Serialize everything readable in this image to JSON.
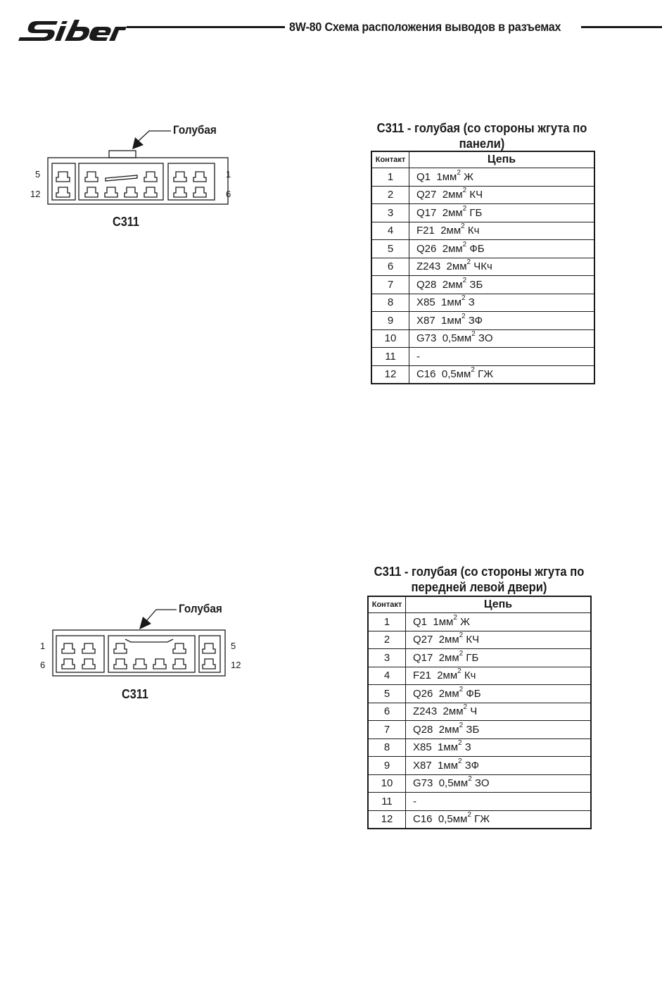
{
  "header": {
    "logo_text": "Siber",
    "title": "8W-80 Схема расположения выводов в разъемах"
  },
  "sections": [
    {
      "diagram": {
        "color_label": "Голубая",
        "connector_name": "C311",
        "pin_labels": {
          "top_left": "5",
          "bottom_left": "12",
          "top_right": "1",
          "bottom_right": "6"
        }
      },
      "table": {
        "title_line1": "C311 - голубая (со стороны жгута по",
        "title_line2": "панели)",
        "col_contact": "Контакт",
        "col_circuit": "Цепь",
        "rows": [
          {
            "pin": "1",
            "circuit": "Q1",
            "size": "1мм",
            "sup": "2",
            "color": "Ж"
          },
          {
            "pin": "2",
            "circuit": "Q27",
            "size": "2мм",
            "sup": "2",
            "color": "КЧ"
          },
          {
            "pin": "3",
            "circuit": "Q17",
            "size": "2мм",
            "sup": "2",
            "color": "ГБ"
          },
          {
            "pin": "4",
            "circuit": "F21",
            "size": "2мм",
            "sup": "2",
            "color": "Кч"
          },
          {
            "pin": "5",
            "circuit": "Q26",
            "size": "2мм",
            "sup": "2",
            "color": "ФБ"
          },
          {
            "pin": "6",
            "circuit": "Z243",
            "size": "2мм",
            "sup": "2",
            "color": "ЧКч"
          },
          {
            "pin": "7",
            "circuit": "Q28",
            "size": "2мм",
            "sup": "2",
            "color": "ЗБ"
          },
          {
            "pin": "8",
            "circuit": "X85",
            "size": "1мм",
            "sup": "2",
            "color": "З"
          },
          {
            "pin": "9",
            "circuit": "X87",
            "size": "1мм",
            "sup": "2",
            "color": "ЗФ"
          },
          {
            "pin": "10",
            "circuit": "G73",
            "size": "0,5мм",
            "sup": "2",
            "color": "ЗО"
          },
          {
            "pin": "11",
            "circuit": "-",
            "size": "",
            "sup": "",
            "color": ""
          },
          {
            "pin": "12",
            "circuit": "C16",
            "size": "0,5мм",
            "sup": "2",
            "color": "ГЖ"
          }
        ]
      }
    },
    {
      "diagram": {
        "color_label": "Голубая",
        "connector_name": "C311",
        "pin_labels": {
          "top_left": "1",
          "bottom_left": "6",
          "top_right": "5",
          "bottom_right": "12"
        }
      },
      "table": {
        "title_line1": "C311 - голубая (со стороны жгута по",
        "title_line2": "передней левой двери)",
        "col_contact": "Контакт",
        "col_circuit": "Цепь",
        "rows": [
          {
            "pin": "1",
            "circuit": "Q1",
            "size": "1мм",
            "sup": "2",
            "color": "Ж"
          },
          {
            "pin": "2",
            "circuit": "Q27",
            "size": "2мм",
            "sup": "2",
            "color": "КЧ"
          },
          {
            "pin": "3",
            "circuit": "Q17",
            "size": "2мм",
            "sup": "2",
            "color": "ГБ"
          },
          {
            "pin": "4",
            "circuit": "F21",
            "size": "2мм",
            "sup": "2",
            "color": "Кч"
          },
          {
            "pin": "5",
            "circuit": "Q26",
            "size": "2мм",
            "sup": "2",
            "color": "ФБ"
          },
          {
            "pin": "6",
            "circuit": "Z243",
            "size": "2мм",
            "sup": "2",
            "color": "Ч"
          },
          {
            "pin": "7",
            "circuit": "Q28",
            "size": "2мм",
            "sup": "2",
            "color": "ЗБ"
          },
          {
            "pin": "8",
            "circuit": "X85",
            "size": "1мм",
            "sup": "2",
            "color": "З"
          },
          {
            "pin": "9",
            "circuit": "X87",
            "size": "1мм",
            "sup": "2",
            "color": "ЗФ"
          },
          {
            "pin": "10",
            "circuit": "G73",
            "size": "0,5мм",
            "sup": "2",
            "color": "ЗО"
          },
          {
            "pin": "11",
            "circuit": "-",
            "size": "",
            "sup": "",
            "color": ""
          },
          {
            "pin": "12",
            "circuit": "C16",
            "size": "0,5мм",
            "sup": "2",
            "color": "ГЖ"
          }
        ]
      }
    }
  ]
}
